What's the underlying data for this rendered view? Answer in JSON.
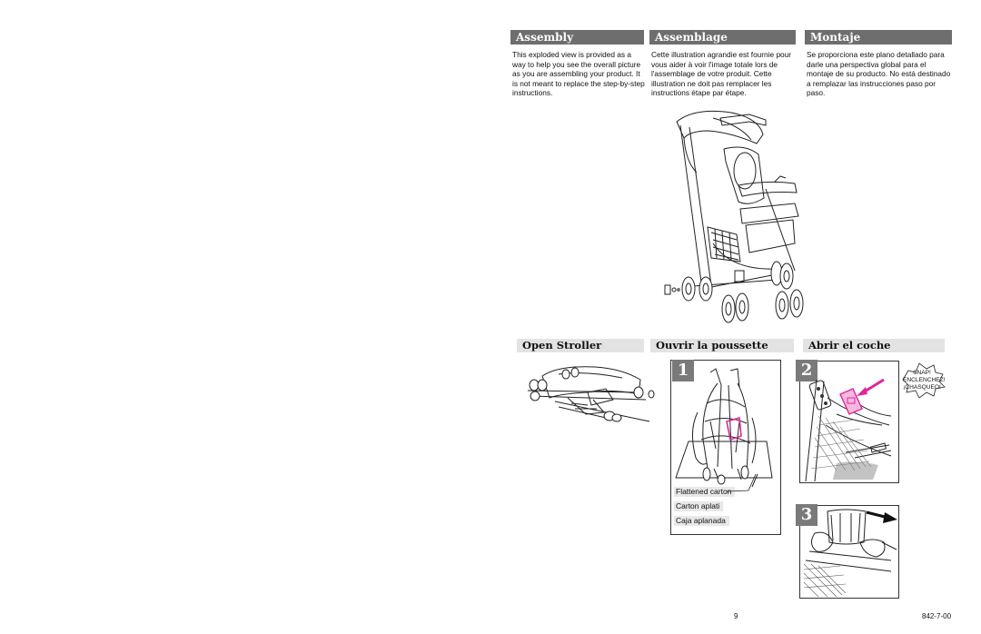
{
  "sections": {
    "assembly": {
      "en": {
        "title": "Assembly",
        "body": "This exploded view is provided as a way to help you see the overall picture as you are assembling your product. It is not meant to replace the step-by-step instructions."
      },
      "fr": {
        "title": "Assemblage",
        "body": "Cette illustration agrandie est fournie pour vous aider à voir l'image totale lors de l'assemblage de votre produit. Cette illustration ne doit pas remplacer les instructions étape par étape."
      },
      "es": {
        "title": "Montaje",
        "body": "Se proporciona este plano detallado para darle una perspectiva global para el montaje de su producto. No está destinado a remplazar las instrucciones paso por paso."
      }
    },
    "open": {
      "en": {
        "title": "Open Stroller"
      },
      "fr": {
        "title": "Ouvrir la poussette"
      },
      "es": {
        "title": "Abrir el coche"
      }
    }
  },
  "steps": [
    {
      "number": "1",
      "captions": [
        "Flattened carton",
        "Carton aplati",
        "Caja aplanada"
      ]
    },
    {
      "number": "2",
      "callout": [
        "SNAP!",
        "ENCLENCHEZ!",
        "¡CHASQUEO!"
      ]
    },
    {
      "number": "3"
    }
  ],
  "footer": {
    "page_number": "9",
    "doc_code": "842-7-00"
  },
  "colors": {
    "header_dark": "#6e6e6e",
    "header_light": "#e3e3e3",
    "step_badge": "#7a7a7a",
    "highlight": "#e0249a"
  }
}
